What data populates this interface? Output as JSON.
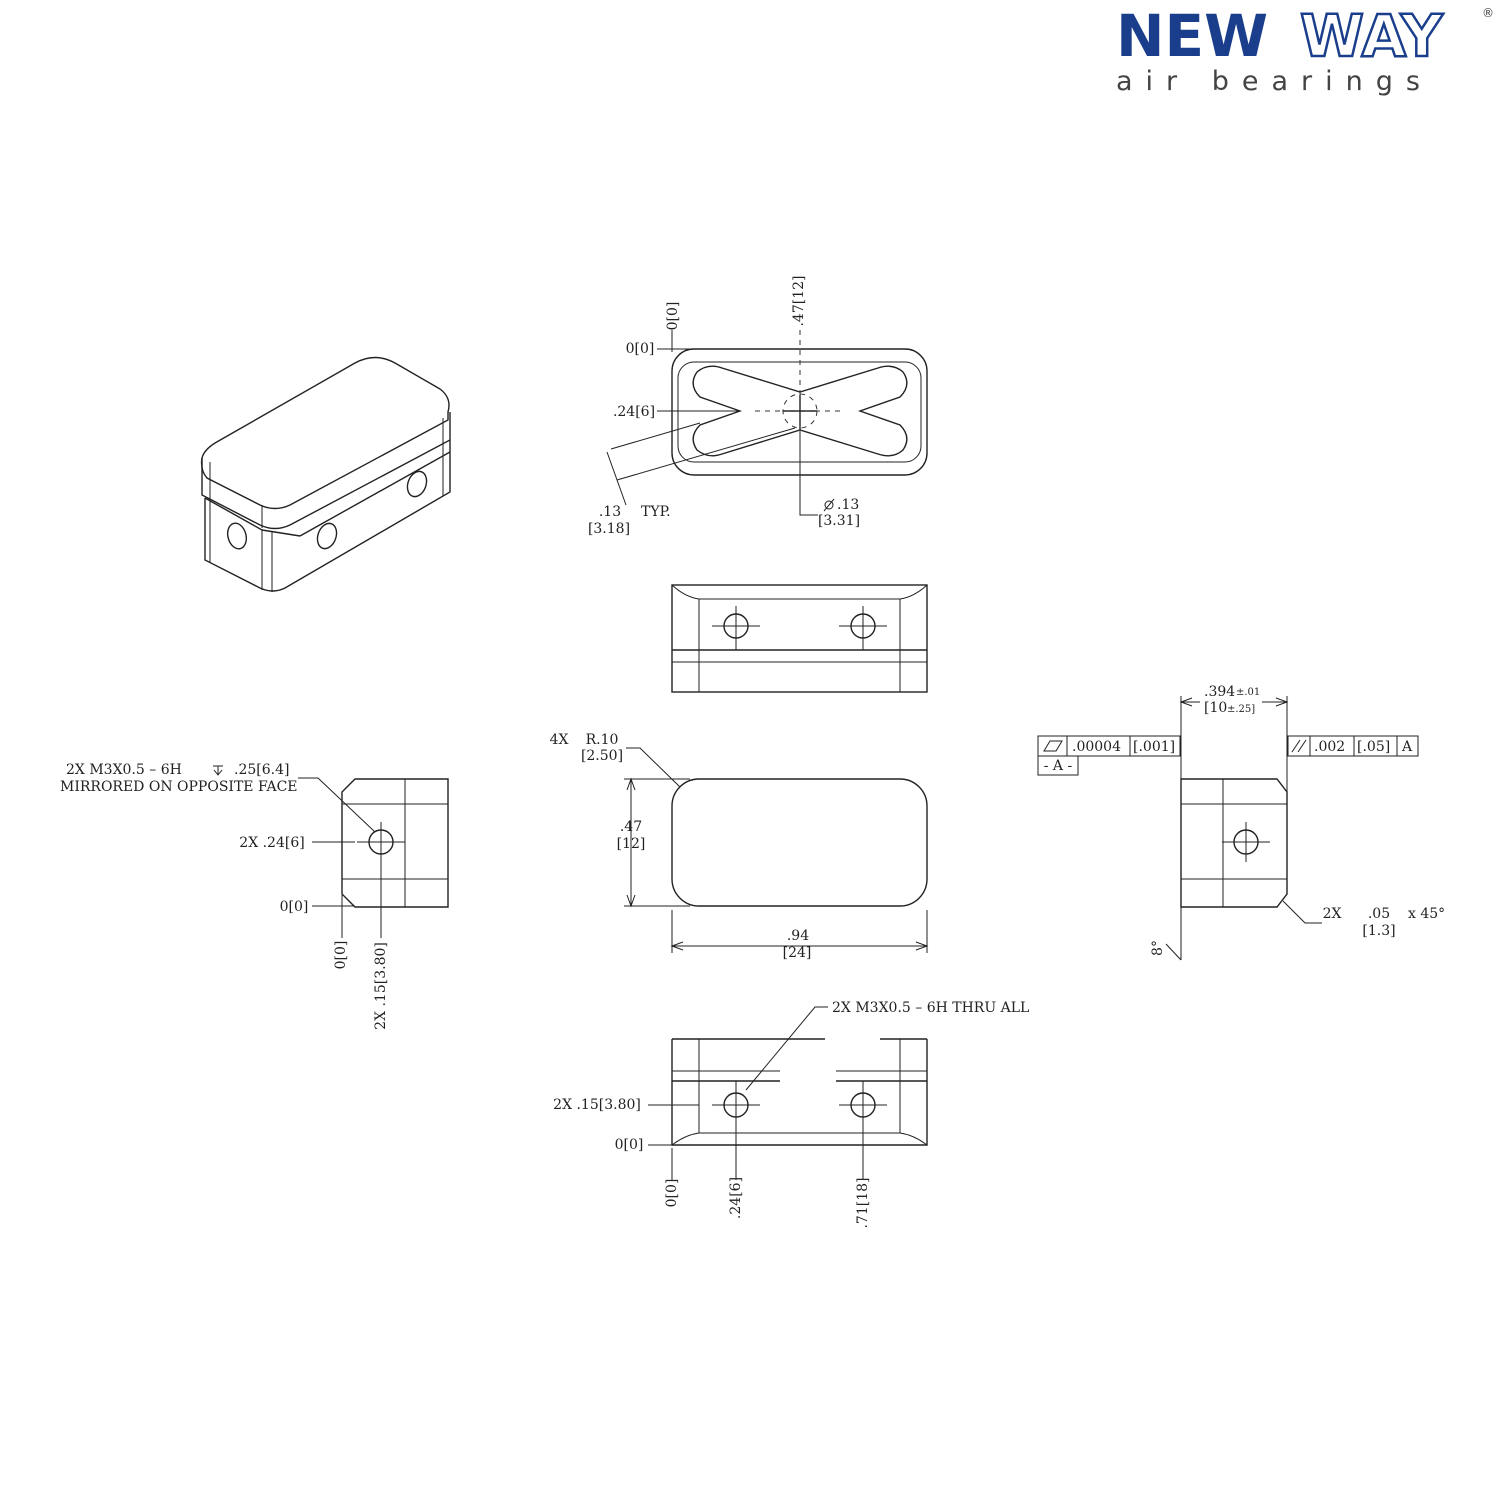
{
  "logo": {
    "word_bold": "NEW",
    "word_outline": "WAY",
    "registered": "®",
    "tagline": "air bearings",
    "color": "#1a3e8c"
  },
  "top_view": {
    "origin_x": "0[0]",
    "origin_y": "0[0]",
    "width_dim": ".47[12]",
    "center_dim": ".24[6]",
    "groove_width_value": ".13",
    "groove_width_typ": "TYP.",
    "groove_width_metric": "[3.18]",
    "orifice_value": ".13",
    "orifice_metric": "[3.31]"
  },
  "front_view": {
    "radius_count": "4X",
    "radius_value": "R.10",
    "radius_metric": "[2.50]",
    "height_value": ".47",
    "height_metric": "[12]",
    "length_value": ".94",
    "length_metric": "[24]"
  },
  "left_view": {
    "thread_callout": "2X  M3X0.5  –  6H",
    "thread_depth": ".25[6.4]",
    "thread_note": "MIRRORED  ON  OPPOSITE  FACE",
    "hole_height": "2X  .24[6]",
    "origin_y": "0[0]",
    "origin_x": "0[0]",
    "hole_offset": "2X  .15[3.80]"
  },
  "right_view": {
    "thickness_value": ".394",
    "thickness_tol": "±.01",
    "thickness_metric": "[10",
    "thickness_metric_tol": "±.25]",
    "flatness_value": ".00004",
    "flatness_metric": "[.001]",
    "datum": "- A -",
    "parallel_value": ".002",
    "parallel_metric": "[.05]",
    "parallel_datum": "A",
    "chamfer_count": "2X",
    "chamfer_value": ".05",
    "chamfer_angle": "x  45°",
    "chamfer_metric": "[1.3]",
    "angle_label": "8°"
  },
  "bottom_view": {
    "thread_callout": "2X  M3X0.5  –  6H  THRU  ALL",
    "hole_offset": "2X  .15[3.80]",
    "origin_y": "0[0]",
    "origin_x": "0[0]",
    "hole1_x": ".24[6]",
    "hole2_x": ".71[18]"
  }
}
